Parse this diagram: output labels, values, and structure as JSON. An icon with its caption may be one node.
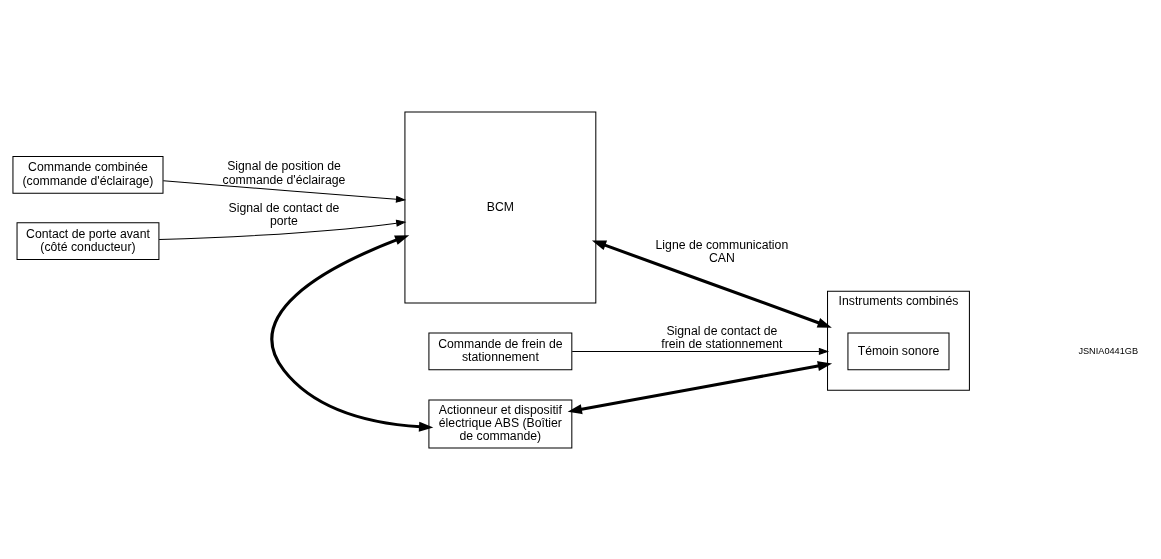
{
  "diagram": {
    "nodes": [
      {
        "text": [
          "Commande combinée (commande d'éclairage)"
        ]
      },
      {
        "text": [
          "Contact de porte avant (côté conducteur)"
        ]
      },
      {
        "text": [
          "Actionneur et dispositif électrique ABS (Boîtier de commande)"
        ]
      },
      {
        "text": [
          "BCM"
        ]
      },
      {
        "text": [
          "Commande de frein de stationnement"
        ]
      },
      {
        "text": [
          "Instruments combinés"
        ]
      },
      {
        "text": [
          "Témoin sonore"
        ],
        "in": 5
      }
    ],
    "edges": [
      {
        "from": 0,
        "to": 3,
        "arrow": "to",
        "label": "Signal de position de commande d'éclairage"
      },
      {
        "from": 1,
        "to": 3,
        "arrow": "to",
        "label": "Signal de contact de porte"
      },
      {
        "from": 3,
        "to": 5,
        "arrow": "both",
        "style": "thick",
        "label": "Ligne de communication CAN"
      },
      {
        "from": 3,
        "to": 2,
        "arrow": "both",
        "style": "thick"
      },
      {
        "from": 5,
        "to": 2,
        "arrow": "both",
        "style": "thick"
      },
      {
        "from": 4,
        "to": 5,
        "arrow": "to",
        "label": "Signal de contact de frein de stationnement"
      }
    ],
    "labels": [
      "JSNIA0441GB"
    ]
  }
}
